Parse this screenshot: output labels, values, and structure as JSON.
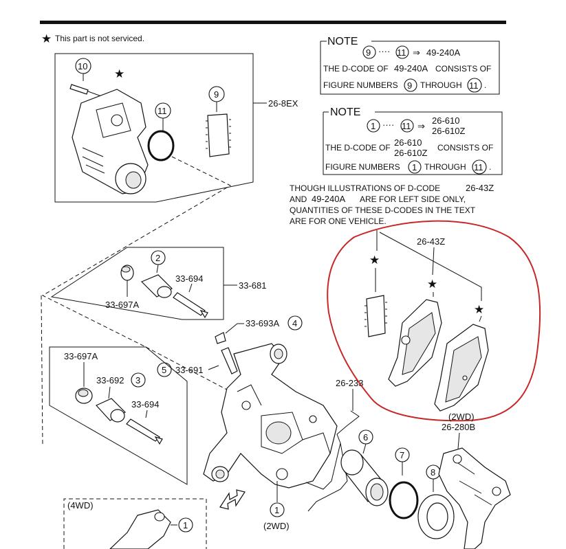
{
  "legend": {
    "star_text": "This part is not serviced."
  },
  "note1": {
    "title": "NOTE",
    "range_from": "9",
    "range_to": "11",
    "arrow_target": "49-240A",
    "line2_a": "THE D-CODE OF",
    "line2_code": "49-240A",
    "line2_b": "CONSISTS OF",
    "line3_a": "FIGURE NUMBERS",
    "line3_from": "9",
    "line3_mid": "THROUGH",
    "line3_to": "11",
    "line3_end": "."
  },
  "note2": {
    "title": "NOTE",
    "range_from": "1",
    "range_to": "11",
    "target_1": "26-610",
    "target_2": "26-610Z",
    "line2_a": "THE D-CODE OF",
    "line2_code1": "26-610",
    "line2_code2": "26-610Z",
    "line2_b": "CONSISTS OF",
    "line3_a": "FIGURE NUMBERS",
    "line3_from": "1",
    "line3_mid": "THROUGH",
    "line3_to": "11",
    "line3_end": "."
  },
  "notice": {
    "line1": "THOUGH ILLUSTRATIONS OF D-CODE",
    "line1_code": "26-43Z",
    "line2_a": "AND",
    "line2_code": "49-240A",
    "line2_b": "ARE FOR LEFT SIDE ONLY,",
    "line3": "QUANTITIES OF THESE D-CODES IN THE TEXT",
    "line4": "ARE FOR ONE VEHICLE."
  },
  "callouts": {
    "n10": "10",
    "n9": "9",
    "n11": "11",
    "n2": "2",
    "n3": "3",
    "n4": "4",
    "n5": "5",
    "n6": "6",
    "n7": "7",
    "n8": "8",
    "n1": "1",
    "n1b": "1"
  },
  "part_codes": {
    "code_268ex": "26-8EX",
    "code_33681": "33-681",
    "code_33694_top": "33-694",
    "code_33697a_top": "33-697A",
    "code_33693a": "33-693A",
    "code_33691": "33-691",
    "code_33697a_bottom": "33-697A",
    "code_33692": "33-692",
    "code_33694_bottom": "33-694",
    "code_2643z": "26-43Z",
    "code_26233": "26-233",
    "code_26280b": "26-280B"
  },
  "variants": {
    "pad_2wd": "(2WD)",
    "caliper_2wd": "(2WD)",
    "inset_4wd": "(4WD)"
  }
}
